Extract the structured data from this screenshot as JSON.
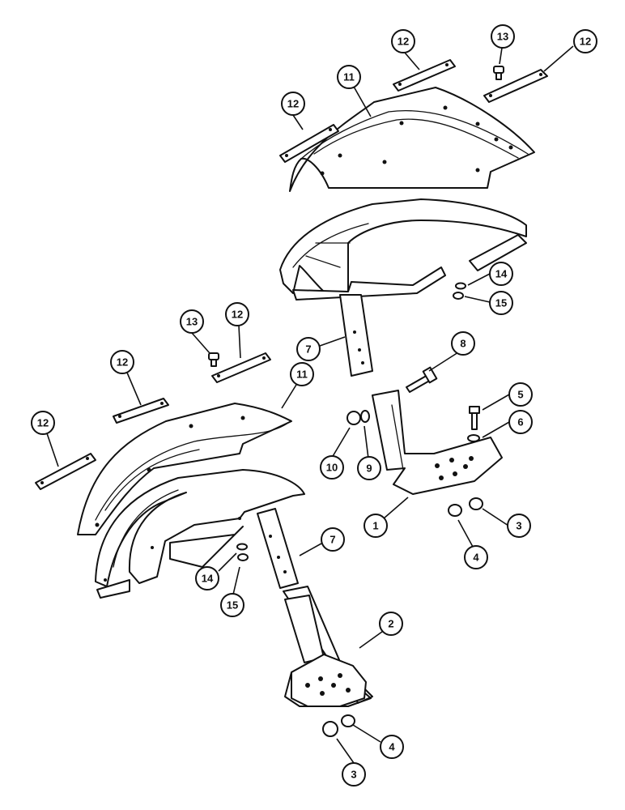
{
  "callouts": [
    {
      "id": "c-12-a",
      "label": "12"
    },
    {
      "id": "c-13-a",
      "label": "13"
    },
    {
      "id": "c-12-b",
      "label": "12"
    },
    {
      "id": "c-11-a",
      "label": "11"
    },
    {
      "id": "c-12-c",
      "label": "12"
    },
    {
      "id": "c-14-a",
      "label": "14"
    },
    {
      "id": "c-15-a",
      "label": "15"
    },
    {
      "id": "c-13-b",
      "label": "13"
    },
    {
      "id": "c-12-d",
      "label": "12"
    },
    {
      "id": "c-12-e",
      "label": "12"
    },
    {
      "id": "c-7-a",
      "label": "7"
    },
    {
      "id": "c-8",
      "label": "8"
    },
    {
      "id": "c-11-b",
      "label": "11"
    },
    {
      "id": "c-5",
      "label": "5"
    },
    {
      "id": "c-12-f",
      "label": "12"
    },
    {
      "id": "c-6",
      "label": "6"
    },
    {
      "id": "c-10",
      "label": "10"
    },
    {
      "id": "c-9",
      "label": "9"
    },
    {
      "id": "c-1",
      "label": "1"
    },
    {
      "id": "c-3-a",
      "label": "3"
    },
    {
      "id": "c-4-a",
      "label": "4"
    },
    {
      "id": "c-7-b",
      "label": "7"
    },
    {
      "id": "c-14-b",
      "label": "14"
    },
    {
      "id": "c-15-b",
      "label": "15"
    },
    {
      "id": "c-2",
      "label": "2"
    },
    {
      "id": "c-4-b",
      "label": "4"
    },
    {
      "id": "c-3-b",
      "label": "3"
    }
  ]
}
